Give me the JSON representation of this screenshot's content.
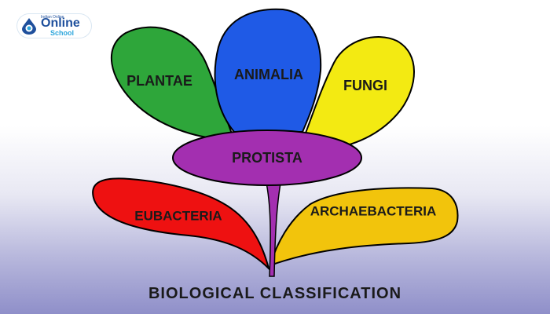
{
  "logo": {
    "top_text": "Indian Online",
    "main_text": "Online",
    "sub_text": "School",
    "icon": "drop-logo-icon"
  },
  "diagram": {
    "title": "BIOLOGICAL CLASSIFICATION",
    "center": {
      "label": "PROTISTA",
      "color": "#a32fb0"
    },
    "petals": [
      {
        "id": "plantae",
        "label": "PLANTAE",
        "color": "#2ea63a"
      },
      {
        "id": "animalia",
        "label": "ANIMALIA",
        "color": "#1f5ae6"
      },
      {
        "id": "fungi",
        "label": "FUNGI",
        "color": "#f3ea12"
      },
      {
        "id": "eubacteria",
        "label": "EUBACTERIA",
        "color": "#ee1111"
      },
      {
        "id": "archaebacteria",
        "label": "ARCHAEBACTERIA",
        "color": "#f2c40c"
      }
    ]
  }
}
